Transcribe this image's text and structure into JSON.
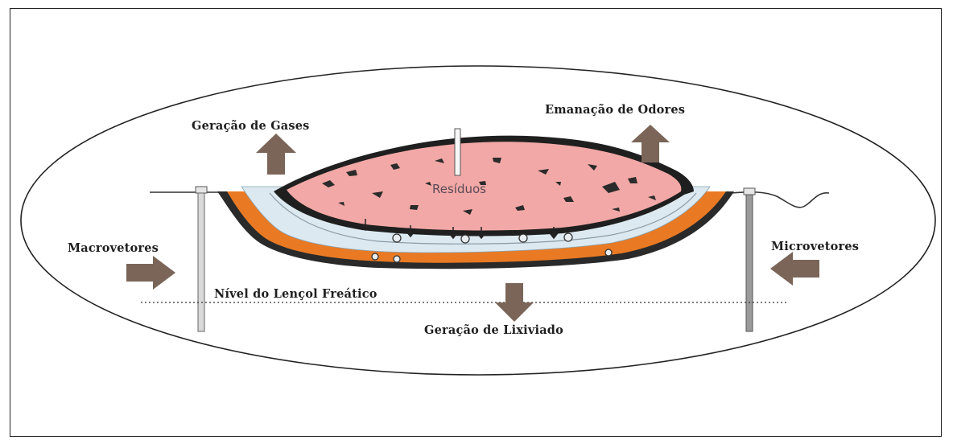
{
  "labels": {
    "gas": "Geração de Gases",
    "odor": "Emanação de Odores",
    "residues": "Resíduos",
    "macro": "Macrovetores",
    "micro": "Microvetores",
    "water_table": "Nível do Lençol Freático",
    "leachate": "Geração de Lixiviado"
  },
  "colors": {
    "waste": "#f2a8a6",
    "liner": "#dce9f0",
    "clay": "#e97a23",
    "arrow": "#7a6558",
    "soil": "#2a2a2a"
  }
}
